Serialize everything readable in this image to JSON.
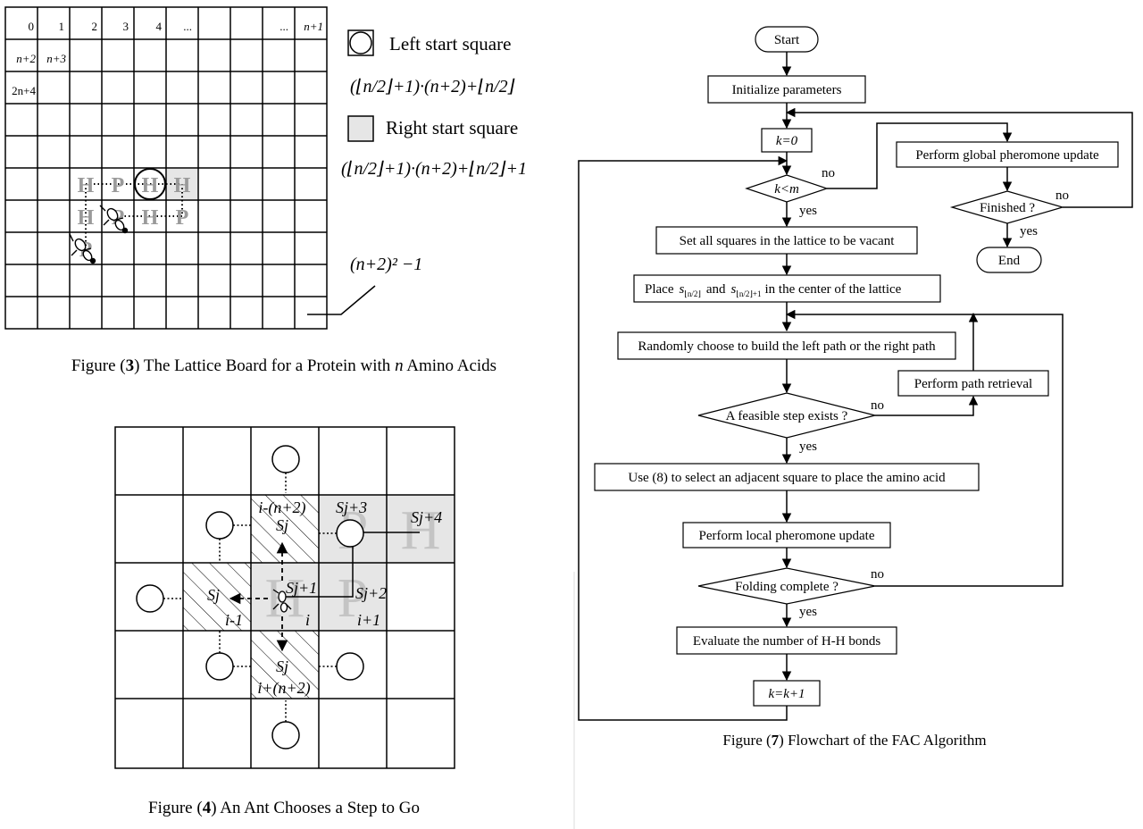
{
  "fig3": {
    "top_labels": [
      "0",
      "1",
      "2",
      "3",
      "4",
      "...",
      "...",
      "n+1"
    ],
    "row2_labels": [
      "n+2",
      "n+3"
    ],
    "row3_label": "2n+4",
    "legend_left": "Left start square",
    "formula_left": "(⌊n/2⌋+1)·(n+2)+⌊n/2⌋",
    "legend_right": "Right start square",
    "formula_right": "(⌊n/2⌋+1)·(n+2)+⌊n/2⌋+1",
    "formula_last": "(n+2)² −1",
    "seq_row5": [
      "H",
      "P",
      "H",
      "H"
    ],
    "seq_row6": [
      "H",
      "P",
      "H",
      "P"
    ],
    "seq_row7": [
      "P"
    ],
    "caption_prefix": "Figure (",
    "caption_num": "3",
    "caption_mid": ") The Lattice Board for a Protein with ",
    "caption_n": "n",
    "caption_end": " Amino Acids"
  },
  "fig4": {
    "label_top": "i-(n+2)",
    "label_sj_top": "Sj",
    "label_sj3": "Sj+3",
    "label_sj4": "Sj+4",
    "label_sj_left": "Sj",
    "label_sj1": "Sj+1",
    "label_sj2": "Sj+2",
    "label_i_minus": "i-1",
    "label_i": "i",
    "label_i_plus": "i+1",
    "label_sj_bottom": "Sj",
    "label_bottom": "i+(n+2)",
    "big_letters": [
      "H",
      "P",
      "P",
      "H"
    ],
    "caption_prefix": "Figure (",
    "caption_num": "4",
    "caption_end": ") An Ant Chooses a Step to Go"
  },
  "fig7": {
    "start": "Start",
    "init": "Initialize parameters",
    "k0": "k=0",
    "global": "Perform global pheromone update",
    "kltm": "k<m",
    "finished": "Finished ?",
    "no": "no",
    "yes": "yes",
    "end": "End",
    "vacant": "Set all squares in the lattice to be vacant",
    "place_a": "Place",
    "place_and": "and",
    "place_b": "in the center of the lattice",
    "sym_s": "s",
    "sub1": "⌊n/2⌋",
    "sub2": "⌊n/2⌋+1",
    "choose": "Randomly choose to build the left path or the right path",
    "retrieval": "Perform path retrieval",
    "feasible": "A feasible step exists ?",
    "use8": "Use (8) to select an adjacent square to place the amino acid",
    "local": "Perform local pheromone update",
    "folding": "Folding  complete ?",
    "evaluate": "Evaluate the number of H-H bonds",
    "kk1": "k=k+1",
    "caption_prefix": "Figure (",
    "caption_num": "7",
    "caption_end": ") Flowchart of the FAC Algorithm"
  }
}
